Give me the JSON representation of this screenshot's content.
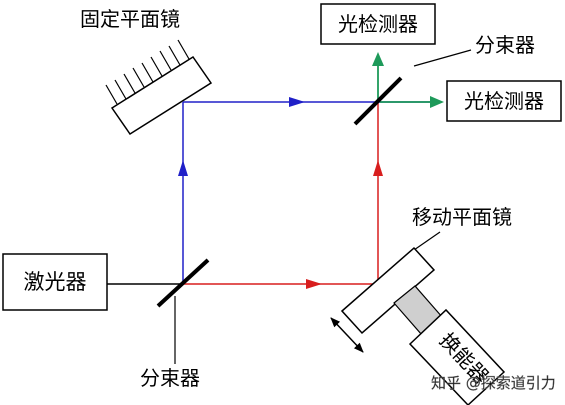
{
  "labels": {
    "fixed_mirror": "固定平面镜",
    "detector_top": "光检测器",
    "beam_splitter_top": "分束器",
    "detector_right": "光检测器",
    "moving_mirror": "移动平面镜",
    "laser": "激光器",
    "transducer": "换能器",
    "beam_splitter_bottom": "分束器"
  },
  "watermark": "知乎 @探索道引力",
  "colors": {
    "blue_path": "#2020c8",
    "red_path": "#d81e1e",
    "green_output": "#1e9a5a",
    "line": "#000000",
    "piezo_block": "#cfcfcf"
  }
}
